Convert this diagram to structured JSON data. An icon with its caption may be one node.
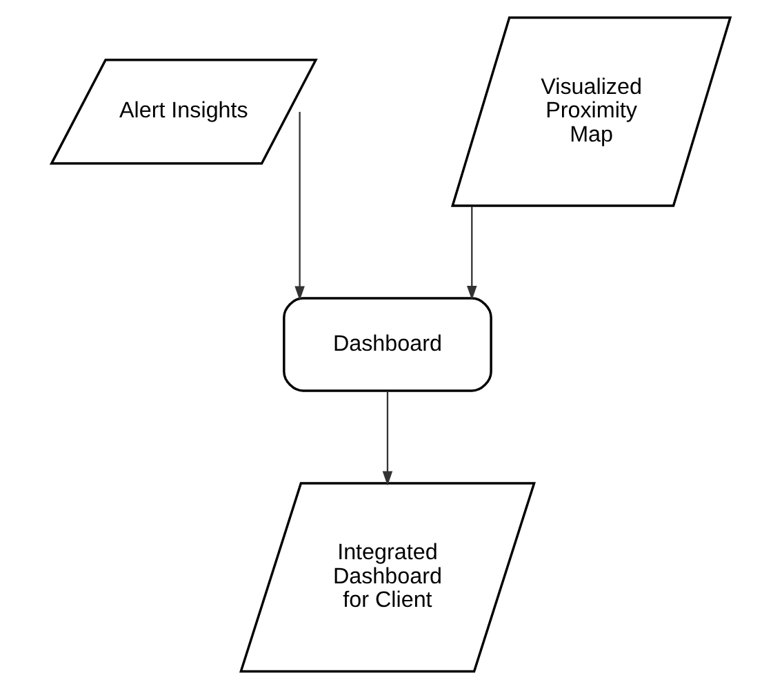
{
  "diagram": {
    "nodes": [
      {
        "text": [
          "Alert Insights"
        ]
      },
      {
        "text": [
          "Visualized Proximity Map"
        ]
      },
      {
        "text": [
          "Dashboard"
        ]
      },
      {
        "text": [
          "Integrated Dashboard for Client"
        ]
      }
    ],
    "edges": [
      {
        "from": 0,
        "to": 2,
        "arrow": "to"
      },
      {
        "from": 1,
        "to": 2,
        "arrow": "to"
      },
      {
        "from": 2,
        "to": 3,
        "arrow": "to"
      }
    ]
  }
}
